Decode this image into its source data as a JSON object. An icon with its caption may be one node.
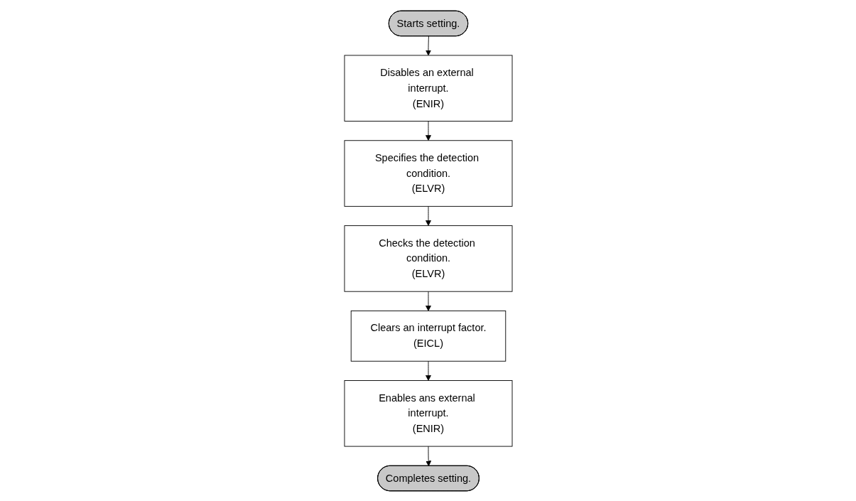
{
  "diagram": {
    "nodes": [
      {
        "text": [
          "Starts setting."
        ]
      },
      {
        "text": [
          "Disables an external interrupt.",
          "(ENIR)"
        ]
      },
      {
        "text": [
          "Specifies the detection condition.",
          "(ELVR)"
        ]
      },
      {
        "text": [
          "Checks the detection condition.",
          "(ELVR)"
        ]
      },
      {
        "text": [
          "Clears an interrupt factor.",
          "(EICL)"
        ]
      },
      {
        "text": [
          "Enables ans external interrupt.",
          "(ENIR)"
        ]
      },
      {
        "text": [
          "Completes setting."
        ]
      }
    ],
    "edges": [
      {
        "from": 0,
        "to": 1,
        "arrow": "to"
      },
      {
        "from": 1,
        "to": 2,
        "arrow": "to"
      },
      {
        "from": 2,
        "to": 3,
        "arrow": "to"
      },
      {
        "from": 3,
        "to": 4,
        "arrow": "to"
      },
      {
        "from": 4,
        "to": 5,
        "arrow": "to"
      },
      {
        "from": 5,
        "to": 6,
        "arrow": "to"
      }
    ]
  }
}
